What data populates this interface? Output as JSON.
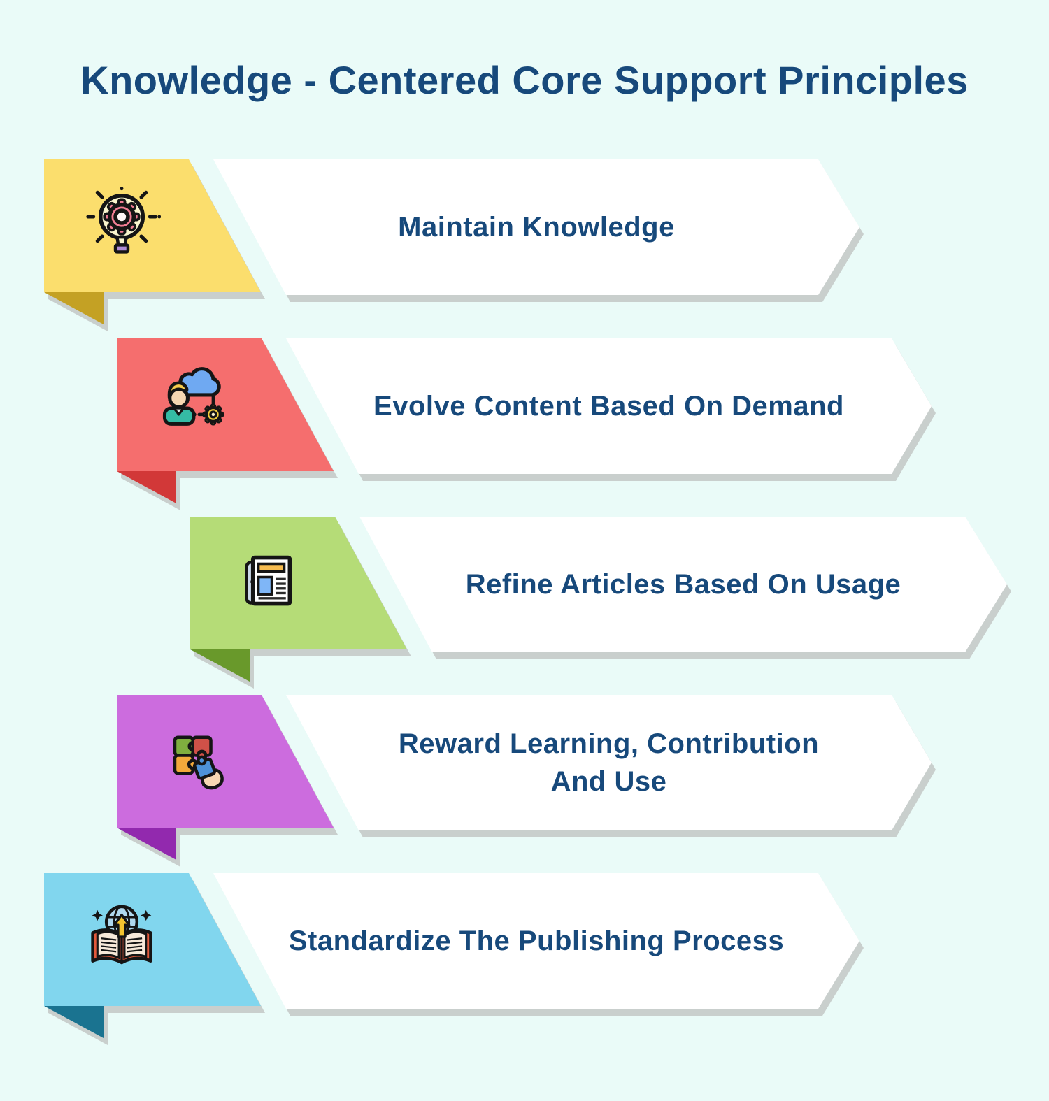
{
  "title": "Knowledge - Centered Core Support Principles",
  "colors": {
    "background": "#EAFBF8",
    "text": "#17497B",
    "banner": "#FFFFFF",
    "shadow": "#C9CFCD"
  },
  "rows": [
    {
      "label": [
        "Maintain Knowledge"
      ],
      "icon": "idea-gear-icon",
      "tab_color": "#FBDE6D",
      "fold_color": "#C4A124"
    },
    {
      "label": [
        "Evolve Content Based On Demand"
      ],
      "icon": "user-cloud-gear-icon",
      "tab_color": "#F56E6E",
      "fold_color": "#D23838"
    },
    {
      "label": [
        "Refine Articles Based On Usage"
      ],
      "icon": "newspaper-icon",
      "tab_color": "#B5DC77",
      "fold_color": "#69992B"
    },
    {
      "label": [
        "Reward Learning, Contribution",
        "And Use"
      ],
      "icon": "puzzle-hand-icon",
      "tab_color": "#CC6CDE",
      "fold_color": "#9229AE"
    },
    {
      "label": [
        "Standardize The Publishing Process"
      ],
      "icon": "book-globe-icon",
      "tab_color": "#81D6EE",
      "fold_color": "#1A7390"
    }
  ]
}
